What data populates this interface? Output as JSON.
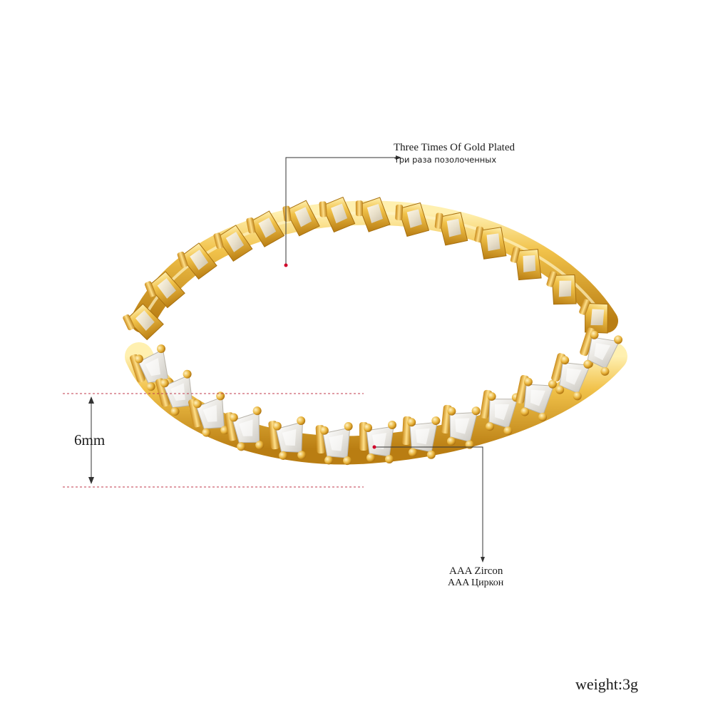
{
  "annotations": {
    "plating_en": "Three Times Of Gold Plated",
    "plating_ru": "три раза позолоченных",
    "stone_en": "AAA Zircon",
    "stone_ru": "AAA Циркон",
    "height": "6mm",
    "weight": "weight:3g"
  },
  "colors": {
    "gold_light": "#fff0b0",
    "gold_mid": "#f1c24a",
    "gold_dark": "#b97d12",
    "stone": "#f4f4f2",
    "guide_line": "#c0394b",
    "leader": "#333333",
    "marker_dot": "#d1002a"
  },
  "product": {
    "type": "ring",
    "style": "eternity band",
    "stone_cut": "tapered baguette"
  }
}
